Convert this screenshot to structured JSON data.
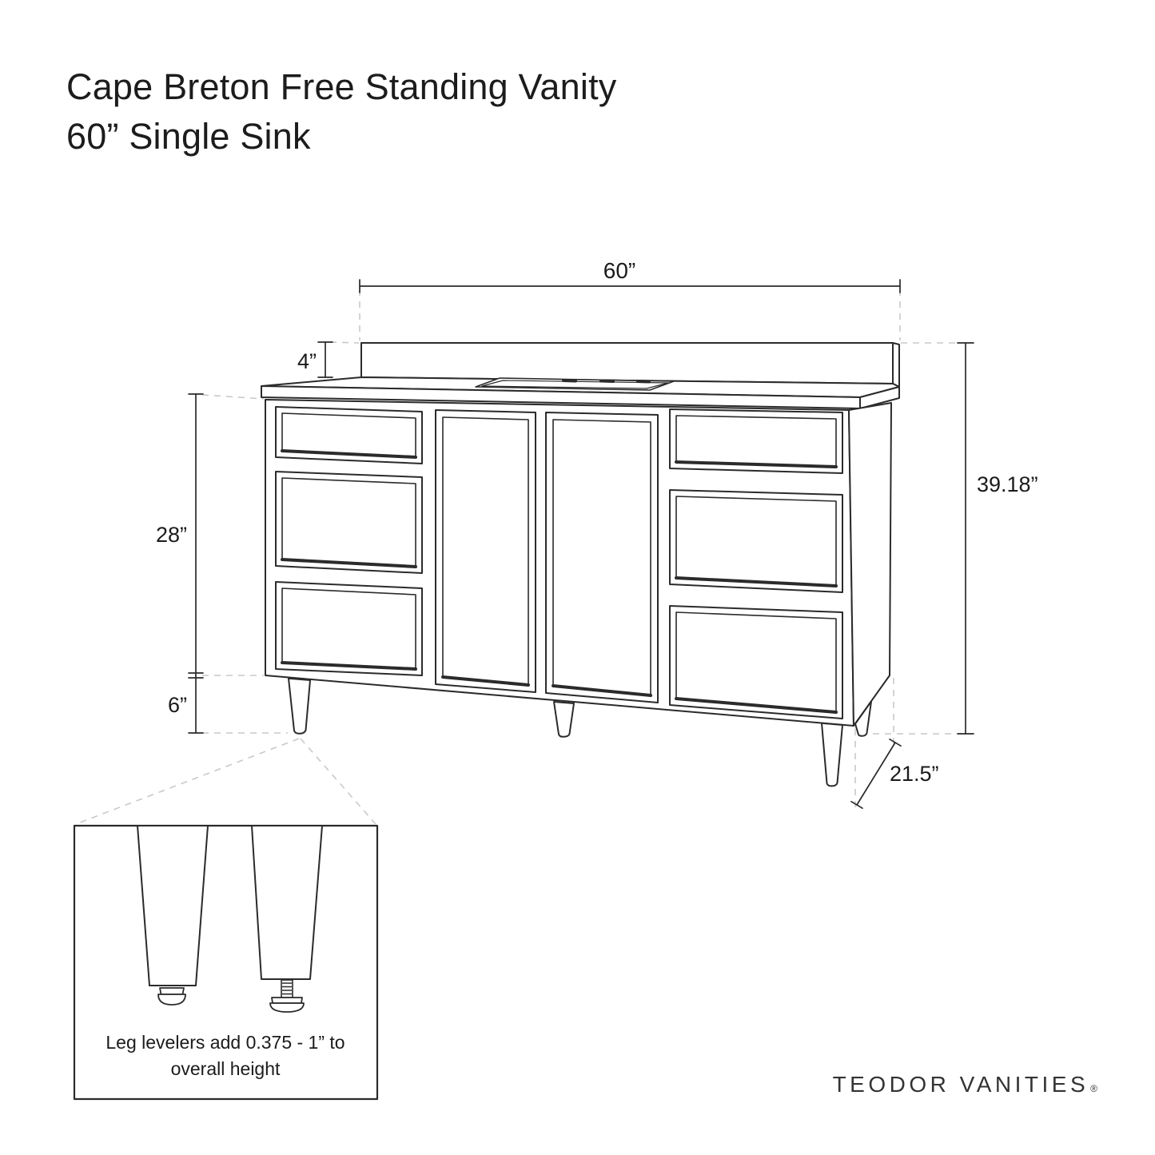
{
  "title": {
    "line1": "Cape Breton Free Standing Vanity",
    "line2": "60” Single Sink"
  },
  "dims": {
    "width": "60”",
    "backsplash_height": "4”",
    "cabinet_height": "28”",
    "leg_height": "6”",
    "overall_height": "39.18”",
    "depth": "21.5”"
  },
  "inset": {
    "caption_line1": "Leg levelers add 0.375 - 1” to",
    "caption_line2": "overall height"
  },
  "logo": {
    "brand": "TEODOR VANITIES",
    "registered": "®"
  },
  "colors": {
    "line": "#2b2b2b",
    "dashed_line": "#c9c9c9",
    "text": "#1b1b1b",
    "background": "#ffffff"
  }
}
